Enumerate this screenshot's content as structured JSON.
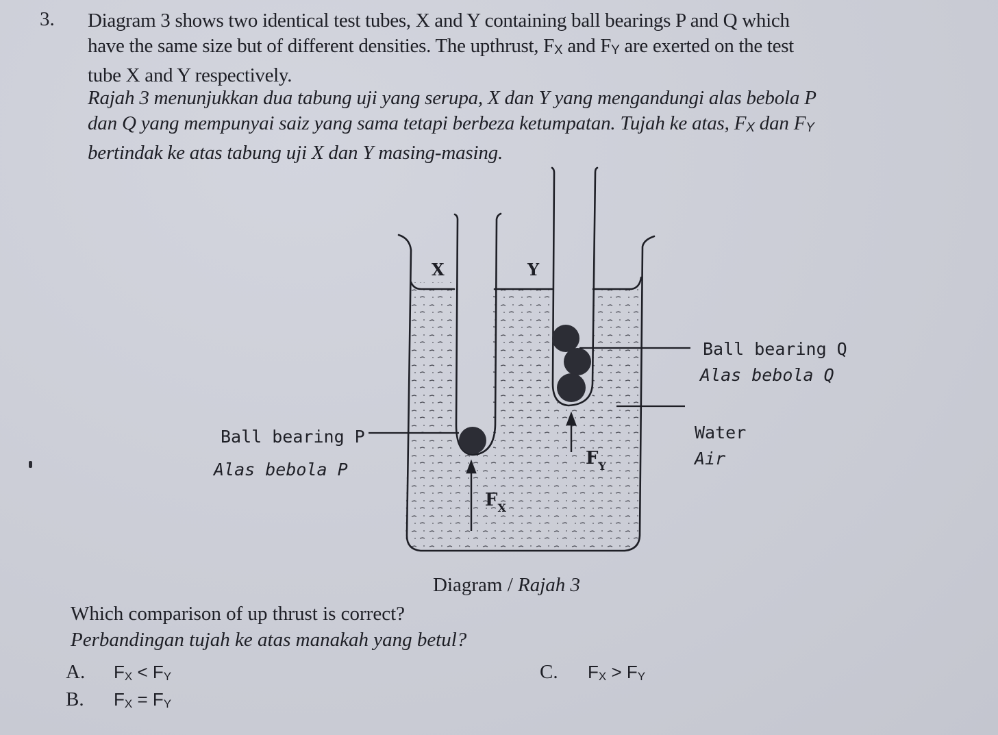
{
  "question": {
    "number": "3.",
    "english_lines": [
      "Diagram 3 shows two identical test tubes, X and Y containing ball bearings P and Q which",
      "have the same size but of different densities. The upthrust, F",
      "tube X and Y respectively."
    ],
    "english_line2_parts": {
      "a": "have the same size but of different densities. The upthrust, F",
      "sub_x": "X",
      "b": " and F",
      "sub_y": "Y",
      "c": " are exerted on the test"
    },
    "malay_lines": [
      "Rajah 3 menunjukkan dua tabung uji yang serupa, X dan Y yang mengandungi alas bebola P",
      "dan Q yang mempunyai saiz yang sama tetapi berbeza ketumpatan. Tujah ke atas, F",
      "bertindak ke atas tabung uji X dan Y masing-masing."
    ],
    "malay_line2_parts": {
      "a": "dan Q yang mempunyai saiz yang sama tetapi berbeza ketumpatan. Tujah ke atas, F",
      "sub_x": "X",
      "b": " dan F",
      "sub_y": "Y"
    }
  },
  "diagram": {
    "tube_x_label": "X",
    "tube_y_label": "Y",
    "force_x_label": "F",
    "force_x_sub": "X",
    "force_y_label": "F",
    "force_y_sub": "Y",
    "label_ball_q_en": "Ball bearing Q",
    "label_ball_q_ms": "Alas bebola Q",
    "label_water_en": "Water",
    "label_water_ms": "Air",
    "label_ball_p_en": "Ball bearing P",
    "label_ball_p_ms": "Alas bebola P",
    "caption_en": "Diagram / ",
    "caption_ms": "Rajah 3",
    "colors": {
      "ink": "#1e1f26",
      "ball": "#2c2d35",
      "paper": "#cdcfd8"
    }
  },
  "prompt": {
    "english": "Which comparison of up thrust is correct?",
    "malay": "Perbandingan tujah ke atas manakah yang betul?"
  },
  "options": [
    {
      "letter": "A.",
      "lhs": "F",
      "lhs_sub": "X",
      "op": " < ",
      "rhs": "F",
      "rhs_sub": "Y"
    },
    {
      "letter": "B.",
      "lhs": "F",
      "lhs_sub": "X",
      "op": " = ",
      "rhs": "F",
      "rhs_sub": "Y"
    },
    {
      "letter": "C.",
      "lhs": "F",
      "lhs_sub": "X",
      "op": " > ",
      "rhs": "F",
      "rhs_sub": "Y"
    }
  ]
}
